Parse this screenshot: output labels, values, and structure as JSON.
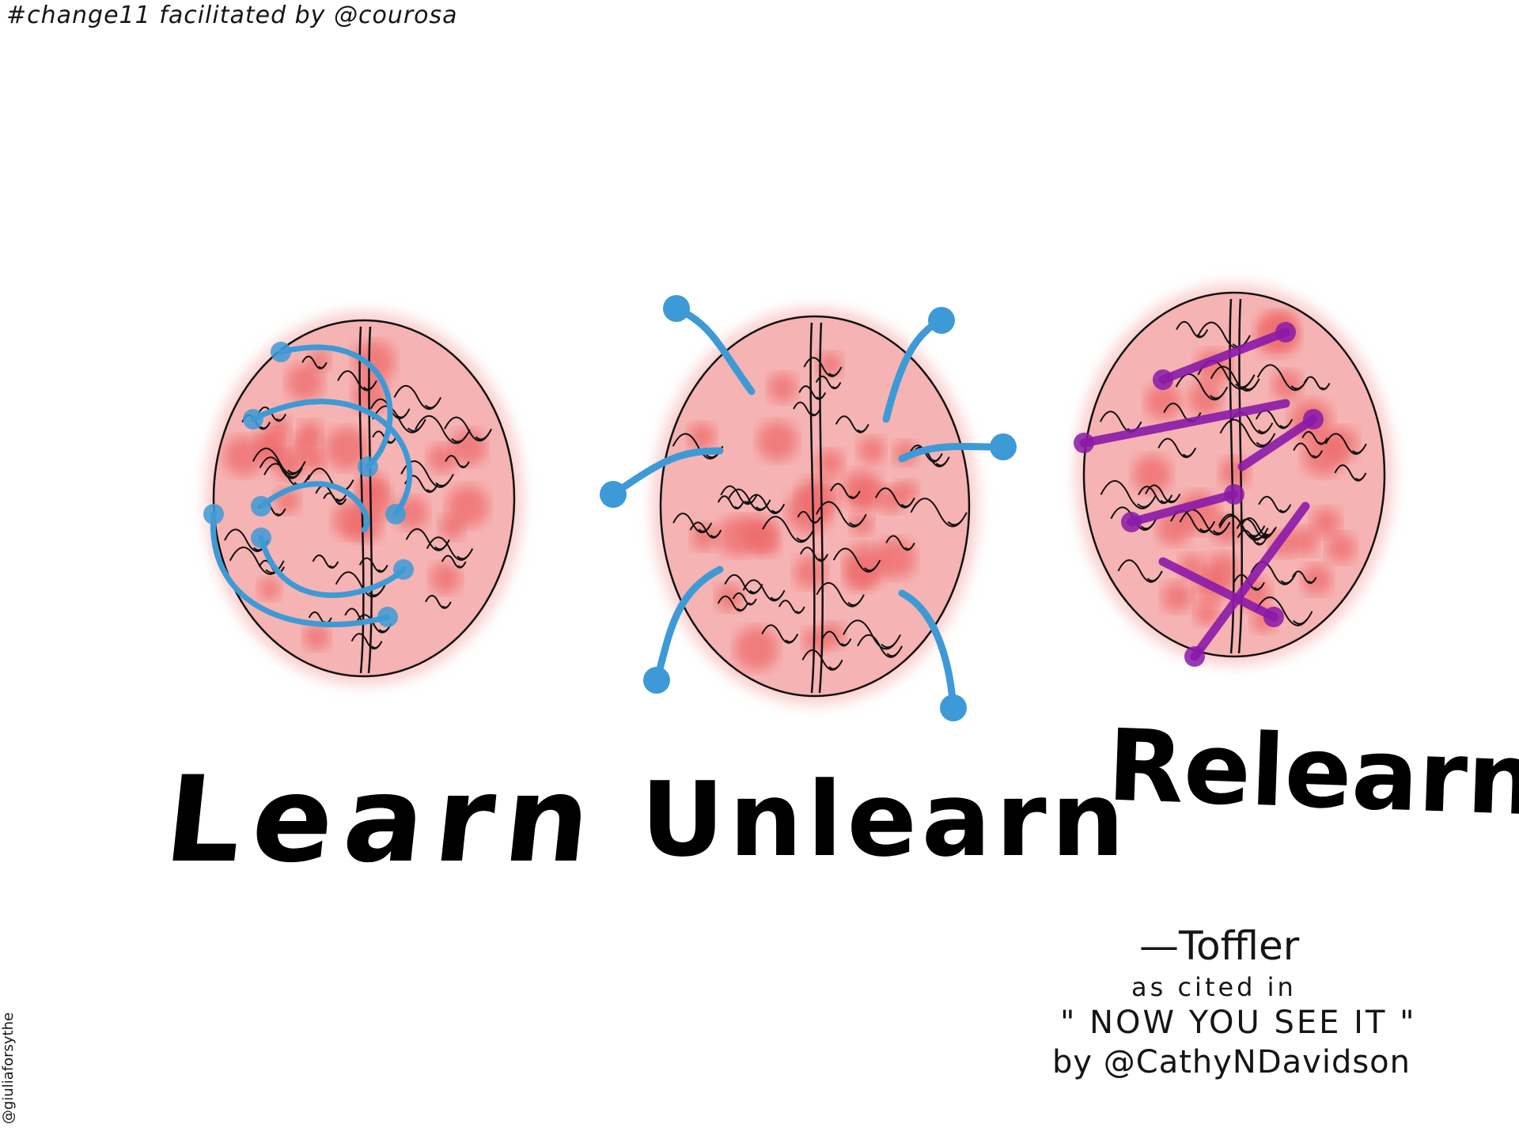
{
  "header": {
    "credit": "#change11 facilitated by @courosa"
  },
  "panels": [
    {
      "label": "Learn",
      "connector_color": "#3d9ad6"
    },
    {
      "label": "Unlearn",
      "connector_color": "#3d9ad6"
    },
    {
      "label": "Relearn",
      "connector_color": "#8a1aa8"
    }
  ],
  "quote": {
    "author": "—Toffler",
    "cited": "as cited in",
    "book": "\" NOW YOU SEE IT \"",
    "by": "by @CathyNDavidson"
  },
  "signature": "@giuliaforsythe",
  "colors": {
    "brain_fill": "#f6b3b3",
    "brain_blob": "#ee6b6b",
    "outline": "#111111"
  }
}
